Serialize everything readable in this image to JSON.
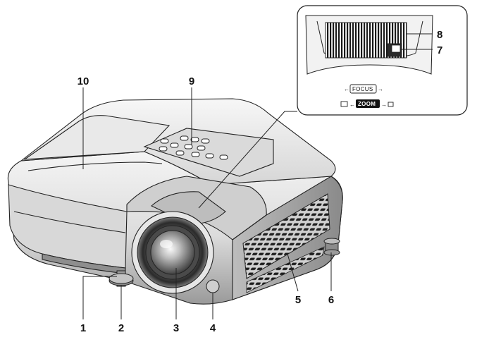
{
  "callouts": [
    {
      "id": "1",
      "label": "1"
    },
    {
      "id": "2",
      "label": "2"
    },
    {
      "id": "3",
      "label": "3"
    },
    {
      "id": "4",
      "label": "4"
    },
    {
      "id": "5",
      "label": "5"
    },
    {
      "id": "6",
      "label": "6"
    },
    {
      "id": "7",
      "label": "7"
    },
    {
      "id": "8",
      "label": "8"
    },
    {
      "id": "9",
      "label": "9"
    },
    {
      "id": "10",
      "label": "10"
    }
  ],
  "inset": {
    "focus_label": "FOCUS",
    "zoom_label": "ZOOM"
  },
  "icons": {
    "left_arrow": "←",
    "right_arrow": "→",
    "small_screen": "small-screen-icon",
    "large_screen": "large-screen-icon"
  }
}
